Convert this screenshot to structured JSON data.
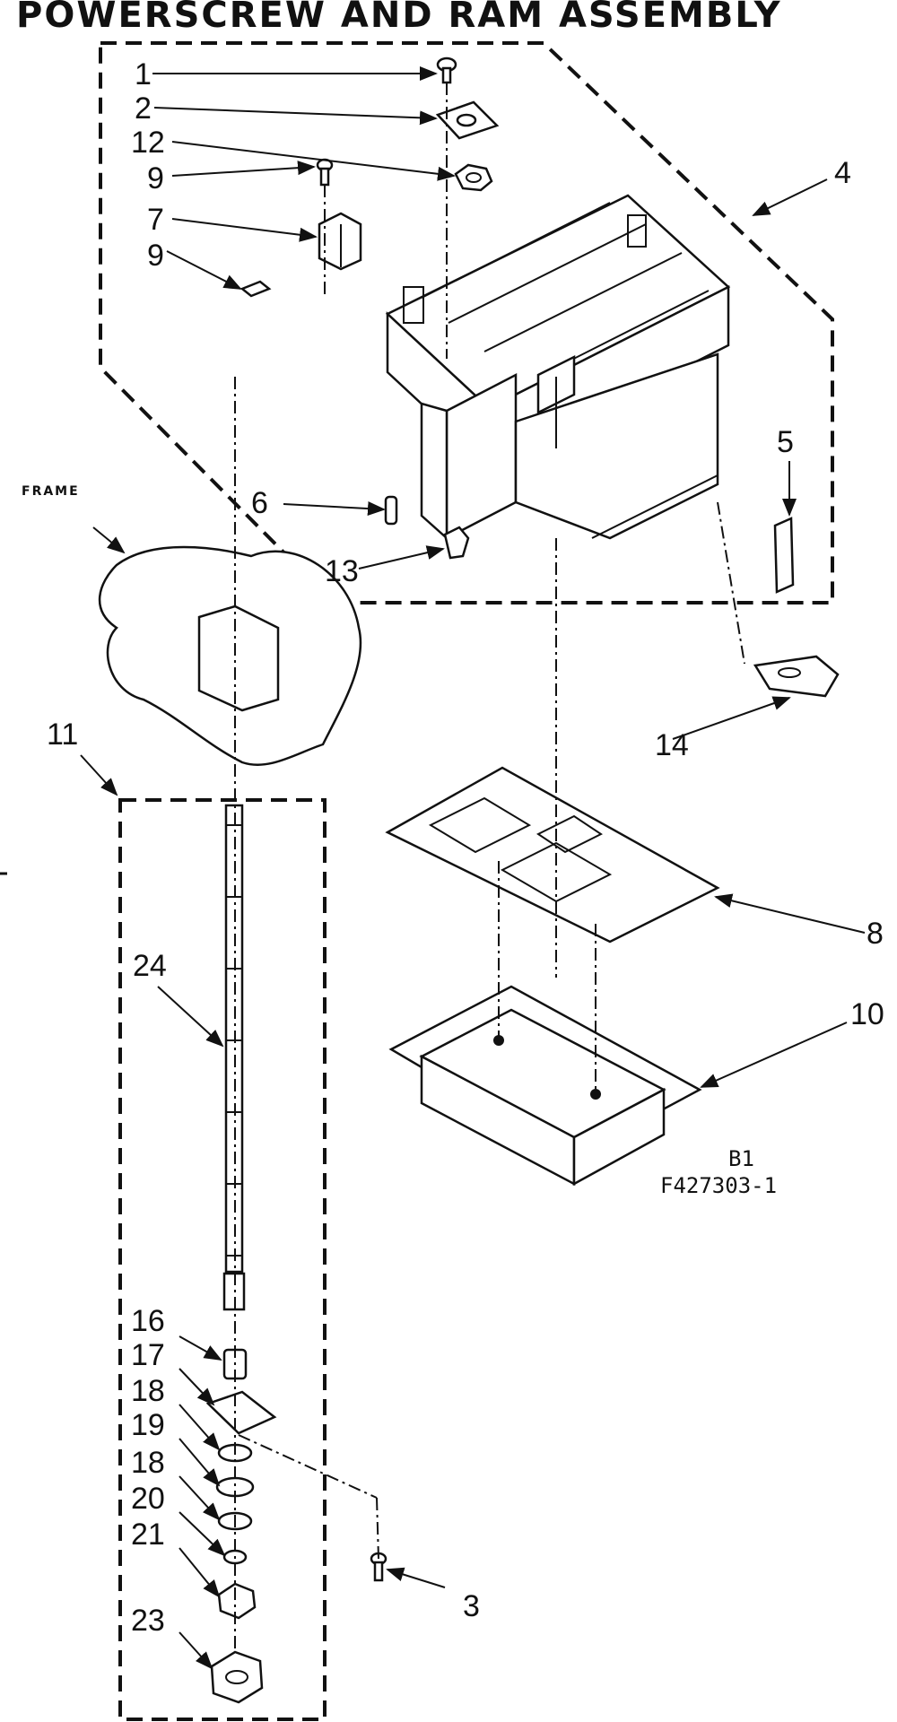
{
  "title": "POWERSCREW AND RAM ASSEMBLY",
  "frame_label": "FRAME",
  "callouts": {
    "c1": "1",
    "c2": "2",
    "c12": "12",
    "c9a": "9",
    "c7": "7",
    "c9b": "9",
    "c4": "4",
    "c5": "5",
    "c6": "6",
    "c13": "13",
    "c14": "14",
    "c8": "8",
    "c10": "10",
    "c11": "11",
    "c24": "24",
    "c16": "16",
    "c17": "17",
    "c18a": "18",
    "c19": "19",
    "c18b": "18",
    "c20": "20",
    "c21": "21",
    "c23": "23",
    "c3": "3"
  },
  "drawing_code": "B1",
  "drawing_number": "F427303-1"
}
